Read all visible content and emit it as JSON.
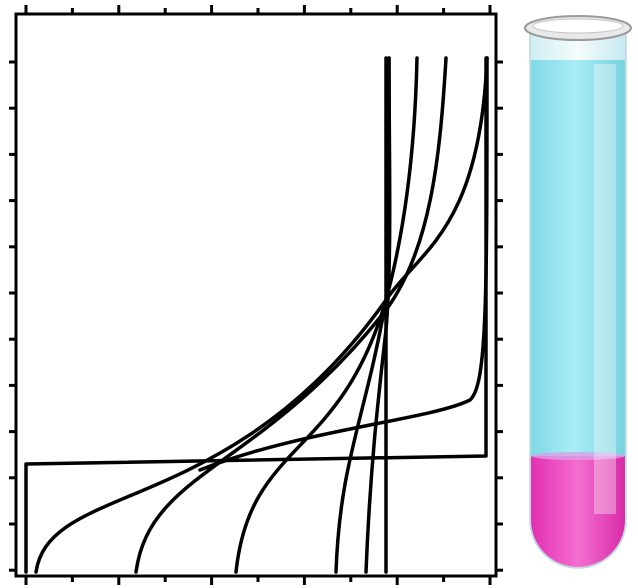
{
  "figure": {
    "description_free": true
  },
  "plot": {
    "frame_color": "#000000",
    "curve_color": "#000000",
    "x_ticks": 11,
    "y_ticks": 12,
    "grid": false,
    "curve_count": 8
  },
  "test_tube": {
    "glass_color": "#dff3f7",
    "upper_liquid_color": "#8fe3ee",
    "lower_liquid_color": "#ee3fc0",
    "rim_color": "#c8c8c8"
  }
}
